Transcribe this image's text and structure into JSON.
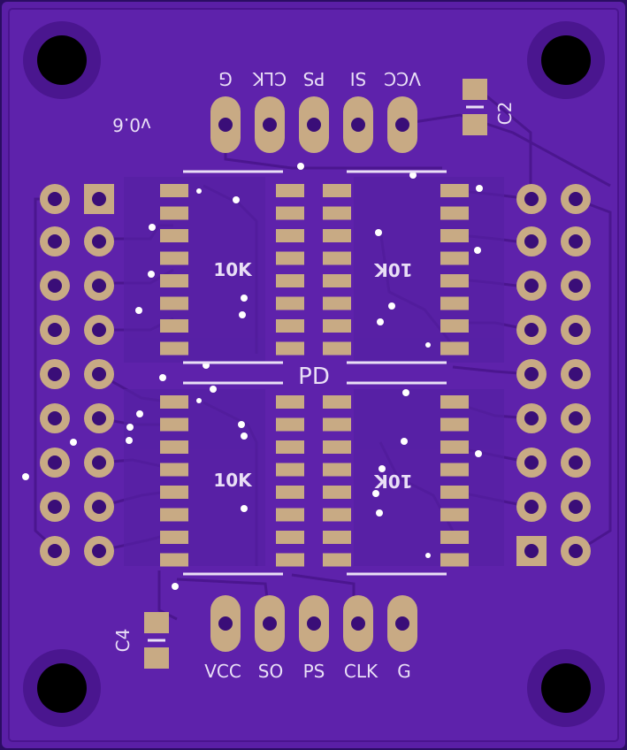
{
  "board": {
    "version": "v0.6",
    "top_header_labels": [
      "G",
      "CLK",
      "PS",
      "SI",
      "VCC"
    ],
    "bottom_header_labels": [
      "VCC",
      "SO",
      "PS",
      "CLK",
      "G"
    ],
    "ic_values": [
      "10K",
      "10K",
      "10K",
      "10K"
    ],
    "center_label": "PD",
    "cap_labels": [
      "C2",
      "C4"
    ]
  },
  "colors": {
    "board": "#5a1fa6",
    "board_dark": "#3f1184",
    "copper": "#c8aa84",
    "silk": "#e9dff6",
    "background": "#2b0d63"
  }
}
